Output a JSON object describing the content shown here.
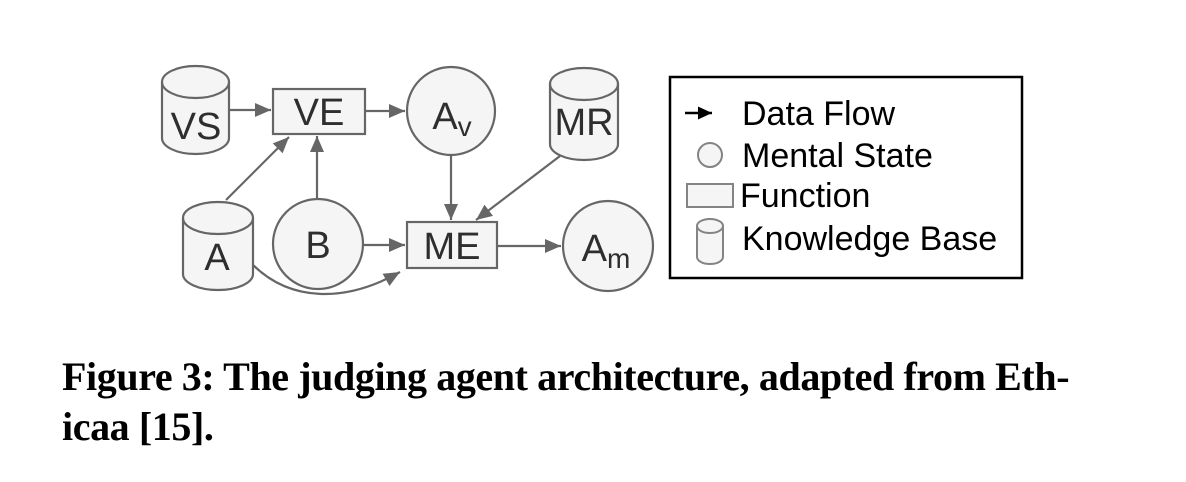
{
  "figure": {
    "caption_line1": "Figure 3: The judging agent architecture, adapted from Eth-",
    "caption_line2": "icaa [15].",
    "caption_full": "Figure 3: The judging agent architecture, adapted from Ethicaa [15]."
  },
  "colors": {
    "node_fill": "#f5f5f5",
    "node_stroke": "#666666",
    "arrow_gray": "#666666",
    "legend_arrow_black": "#000000",
    "legend_border": "#000000",
    "legend_icon_stroke": "#848484",
    "node_text": "#2e2e2e",
    "legend_text": "#000000",
    "caption_text": "#000000"
  },
  "diagram": {
    "nodes": {
      "vs": {
        "label": "VS",
        "type": "knowledge-base"
      },
      "ve": {
        "label": "VE",
        "type": "function"
      },
      "av": {
        "base": "A",
        "sub": "v",
        "type": "mental-state"
      },
      "mr": {
        "label": "MR",
        "type": "knowledge-base"
      },
      "a": {
        "label": "A",
        "type": "knowledge-base"
      },
      "b": {
        "label": "B",
        "type": "mental-state"
      },
      "me": {
        "label": "ME",
        "type": "function"
      },
      "am": {
        "base": "A",
        "sub": "m",
        "type": "mental-state"
      }
    },
    "edges": [
      {
        "from": "VS",
        "to": "VE"
      },
      {
        "from": "VE",
        "to": "Av"
      },
      {
        "from": "A",
        "to": "VE"
      },
      {
        "from": "B",
        "to": "VE"
      },
      {
        "from": "B",
        "to": "ME"
      },
      {
        "from": "Av",
        "to": "ME"
      },
      {
        "from": "MR",
        "to": "ME"
      },
      {
        "from": "ME",
        "to": "Am"
      },
      {
        "from": "A",
        "to": "ME"
      }
    ]
  },
  "legend": {
    "items": [
      {
        "icon": "arrow-icon",
        "label": "Data Flow"
      },
      {
        "icon": "circle-icon",
        "label": "Mental State"
      },
      {
        "icon": "rectangle-icon",
        "label": "Function"
      },
      {
        "icon": "cylinder-icon",
        "label": "Knowledge Base"
      }
    ]
  }
}
